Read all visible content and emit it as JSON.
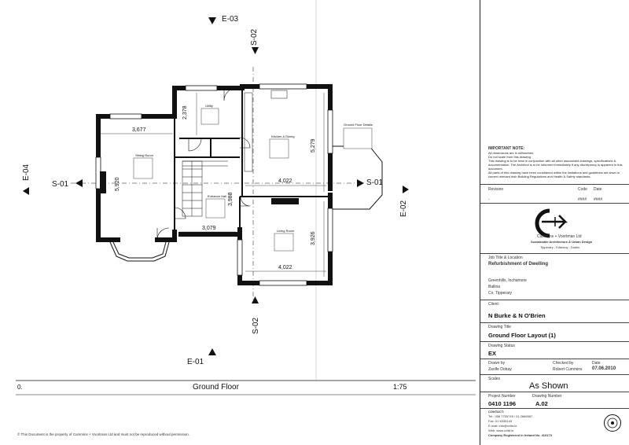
{
  "drawing": {
    "view_title": "Ground Floor",
    "scale_left": "0.",
    "scale_right": "1:75",
    "copyright": "© This Document is the property of Cummins + Voortman Ltd and must not be reproduced without permission.",
    "section_markers": {
      "e01": "E-01",
      "e02": "E-02",
      "e03": "E-03",
      "e04": "E-04",
      "s01_left": "S-01",
      "s01_right": "S-01",
      "s02_top": "S-02",
      "s02_bottom": "S-02"
    },
    "dimensions": {
      "sitting_width": "3,677",
      "sitting_depth": "5,920",
      "utility_depth": "2,378",
      "kitchen_depth": "5,279",
      "kitchen_width": "4,022",
      "hall_depth": "3,988",
      "hall_width": "3,079",
      "living_depth": "3,926",
      "living_width": "4,022"
    },
    "rooms": {
      "sitting": "Sitting Room",
      "utility": "Utility",
      "kitchen": "Kitchen & Dining",
      "entrance": "Entrance Hall",
      "living": "Living Room",
      "details": "Ground Floor Details"
    }
  },
  "title_block": {
    "notes_heading": "IMPORTANT NOTE:",
    "notes": [
      "All dimensions are in millimetres.",
      "Do not scale from this drawing.",
      "This drawing is to be read in conjunction with all other associated drawings, specifications & documentation. The Architect is to be informed immediately if any discrepancy is apparent in this document.",
      "All parts of this drawing have been considered within the limitations and guidelines set down in current relevant Irish Building Regulations and Health & Safety standards."
    ],
    "revision_label": "Revision",
    "code_label": "Code",
    "date_label": "Date",
    "revision_value": "-",
    "code_value": "####",
    "date_value": "####",
    "company_name": "Cummins + Voortman Ltd",
    "company_tagline": "Sustainable Architecture & Urban Design",
    "company_locations": "Tipperary - Kilkenny - Dublin",
    "job_label": "Job Title & Location",
    "job_title": "Refurbishment of Dwelling",
    "address_line1": "Greenhills, Inchamore",
    "address_line2": "Ballina",
    "address_line3": "Co. Tipperary",
    "client_label": "Client:",
    "client_name": "N Burke & N O'Brien",
    "drawing_title_label": "Drawing Title",
    "drawing_title": "Ground Floor Layout (1)",
    "status_label": "Drawing Status",
    "status": "EX",
    "drawn_by_label": "Drawn by",
    "drawn_by": "Zaolfe Dobay",
    "checked_by_label": "Checked by",
    "checked_by": "Robert Cummins",
    "date_label2": "Date",
    "date": "07.06.2010",
    "scales_label": "Scales",
    "scales": "As Shown",
    "project_number_label": "Project Number",
    "project_number": "0410 1196",
    "drawing_number_label": "Drawing Number",
    "drawing_number": "A.02",
    "contact_label": "CONTACT:",
    "contact_tel": "Tel.: 056 7755745 / 01 2666567",
    "contact_fax": "Fax: 01 6335143",
    "contact_email": "E-mail: info@cvltd.ie",
    "contact_web": "Web: www.cvltd.ie",
    "company_reg": "Company Registered in Ireland No. 413173"
  }
}
